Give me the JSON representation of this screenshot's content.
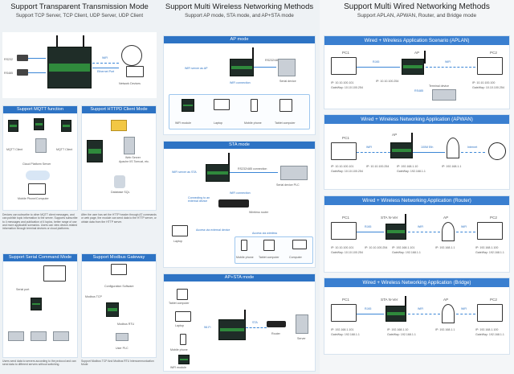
{
  "col1": {
    "title": "Support Transparent Transmission Mode",
    "subtitle": "Support TCP Server, TCP Client, UDP Server, UDP Client",
    "transparent": {
      "rs232": "RS232",
      "rs485": "RS485",
      "wifi": "WiFi",
      "ethernet": "Ethernet Port",
      "network_devices": "Network Devices"
    },
    "mqtt": {
      "title": "Support MQTT function",
      "mqtt_client1": "MQTT Client",
      "mqtt_client2": "MQTT Client",
      "cloud": "Cloud Platform Server",
      "mobile": "Mobile Phone/Computer",
      "note": "Devices can subscribe to other MQTT client messages, and can publish topic information to the server. Supports subscribe to 4 messages and publication of 4 topics, better range of use and more applicable scenarios. Users can view device-related information through terminal devices or cloud platforms."
    },
    "httpd": {
      "title": "Support HTTPD Client Mode",
      "web_server": "Web Server",
      "web_server2": "Apache IIS Tomcat, etc.",
      "database": "Database SQL",
      "note": "After the user has set the HTTP header through AT commands or web page, the module can send data to the HTTP server, or obtain data from the HTTP server."
    },
    "serial_cmd": {
      "title": "Support Serial Command Mode",
      "serial_port": "Serial port",
      "note": "Users send data to servers according to the protocol and can send data to different servers without switching."
    },
    "modbus": {
      "title": "Support Modbus Gateway",
      "config_software": "Configuration Software",
      "modbus_tcp": "Modbus TCP",
      "modbus_rtu": "Modbus RTU",
      "user_plc": "User PLC",
      "note": "Support Modbus TCP And Modbus RTU Intercommunication Mode"
    }
  },
  "col2": {
    "title": "Support Multi Wireless Networking Methods",
    "subtitle": "Support AP mode, STA mode, and AP+STA mode",
    "ap": {
      "title": "AP mode",
      "wifi_server": "WiFi server as AP",
      "rs232": "RS232/485",
      "wifi_conn": "WiFi connection",
      "serial_dev": "Serial device",
      "devices": [
        "WiFi module",
        "Laptop",
        "Mobile phone",
        "Tablet computer"
      ]
    },
    "sta": {
      "title": "STA mode",
      "wifi_server": "WiFi server as STA",
      "rs_conn": "RS232/485 connection",
      "plc": "Serial device PLC",
      "wifi_conn": "WiFi connection",
      "connect_ext": "Connecting to an external device",
      "router": "Wireless router",
      "access_ext": "Access via external device",
      "access_via": "Access via wireless",
      "laptop": "Laptop",
      "devices": [
        "Mobile phone",
        "Tablet computer",
        "Computer"
      ]
    },
    "apsta": {
      "title": "AP+STA mode",
      "tablet": "Tablet computer",
      "laptop": "Laptop",
      "mobile": "Mobile phone",
      "wifi_module": "WiFi module",
      "wifi": "Wi-Fi",
      "sta": "STA",
      "router": "Router",
      "server": "Server"
    }
  },
  "col3": {
    "title": "Support Multi Wired Networking Methods",
    "subtitle": "Support APLAN, APWAN, Router, and Bridge mode",
    "aplan": {
      "title": "Wired + Wireless Application Scenario (APLAN)",
      "pc1": "PC1",
      "pc2": "PC2",
      "ap": "AP",
      "rj45": "RJ45",
      "wifi": "WiFi",
      "ip_ap": "IP: 10.10.100.254",
      "pc1_ip": "IP: 10.10.100.101",
      "pc1_gw": "GateWay: 10.10.100.254",
      "pc2_ip": "IP: 10.10.100.100",
      "pc2_gw": "GateWay: 10.10.100.254",
      "terminal": "Terminal device",
      "rs485": "RS485"
    },
    "apwan": {
      "title": "Wired + Wireless Networking Application (APWAN)",
      "pc1": "PC1",
      "ap": "AP",
      "wifi": "WiFi",
      "eth": "100M Eth",
      "internet": "Internet",
      "pc1_ip": "IP: 10.10.100.101",
      "pc1_gw": "GateWay: 10.10.100.254",
      "ap_ip1": "IP: 10.10.100.254",
      "ap_ip2": "IP: 192.168.1.10",
      "ap_gw": "GateWay: 192.168.1.1",
      "tower_ip": "IP: 192.168.1.1"
    },
    "router": {
      "title": "Wired + Wireless Networking Application (Router)",
      "pc1": "PC1",
      "pc2": "PC2",
      "sta": "STA N-Ver",
      "ap": "AP",
      "rj45": "RJ45",
      "wifi1": "WiFi",
      "wifi2": "WiFi",
      "pc1_ip": "IP: 10.10.100.101",
      "pc1_gw": "GateWay: 10.10.100.254",
      "sta_ip1": "IP: 10.10.100.254",
      "sta_ip2": "IP: 192.168.1.101",
      "sta_gw": "GateWay: 192.168.1.1",
      "ap_ip": "IP: 192.168.1.1",
      "pc2_ip": "IP: 192.168.1.100",
      "pc2_gw": "GateWay: 192.168.1.1"
    },
    "bridge": {
      "title": "Wired + Wireless Networking Application (Bridge)",
      "pc1": "PC1",
      "pc2": "PC2",
      "sta": "STA N-Ver",
      "ap": "AP",
      "rj45": "RJ45",
      "wifi1": "WiFi",
      "wifi2": "WiFi",
      "pc1_ip": "IP: 192.168.1.101",
      "pc1_gw": "GateWay: 192.168.1.1",
      "sta_ip": "IP: 192.168.1.10",
      "sta_gw": "GateWay: 192.168.1.1",
      "ap_ip": "IP: 192.168.1.1",
      "pc2_ip": "IP: 192.168.1.100",
      "pc2_gw": "GateWay: 192.168.1.1"
    }
  }
}
